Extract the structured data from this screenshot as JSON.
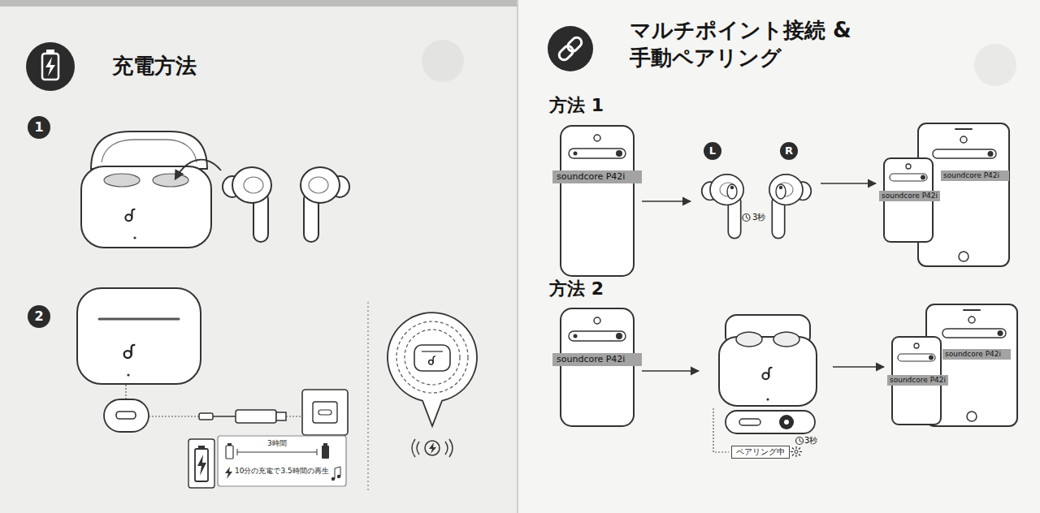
{
  "diagram": {
    "nodes": [
      {
        "text": [
          "soundcore P42i"
        ]
      },
      {
        "text": [
          "L",
          "R",
          "3秒"
        ]
      },
      {
        "text": [
          "soundcore P42i"
        ]
      },
      {
        "text": [
          "soundcore P42i"
        ]
      },
      {
        "text": [
          "soundcore P42i"
        ]
      },
      {
        "text": [
          "3秒",
          "ペアリング中"
        ]
      },
      {
        "text": [
          "soundcore P42i"
        ]
      },
      {
        "text": [
          "soundcore P42i"
        ]
      }
    ],
    "edges": [
      {
        "from": 0,
        "to": 1,
        "arrow": "to"
      },
      {
        "from": 1,
        "to": 2,
        "arrow": "to"
      },
      {
        "from": 4,
        "to": 5,
        "arrow": "to"
      },
      {
        "from": 5,
        "to": 6,
        "arrow": "to"
      }
    ],
    "labels": [
      "充電方法",
      "1",
      "2",
      "3時間",
      "10分の充電で3.5時間の再生",
      "マルチポイント接続 & 手動ペアリング",
      "方法 1",
      "方法 2"
    ]
  }
}
